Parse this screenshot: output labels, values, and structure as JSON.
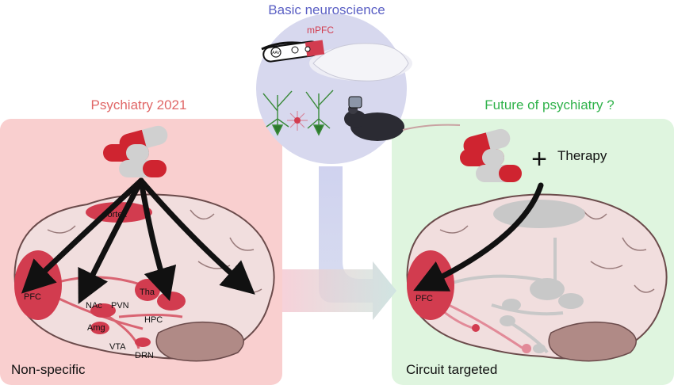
{
  "figure": {
    "center_title": "Basic neuroscience",
    "left_title": "Psychiatry 2021",
    "right_title": "Future of psychiatry ?",
    "left_caption": "Non-specific",
    "right_caption": "Circuit targeted",
    "plus_sign": "+",
    "therapy_label": "Therapy",
    "mpfc_label": "mPFC",
    "aav_label": "AAV"
  },
  "left_brain_regions": {
    "cortex": "cortex",
    "pfc": "PFC",
    "nac": "NAc",
    "pvn": "PVN",
    "amg": "Amg",
    "tha": "Tha",
    "hpc": "HPC",
    "vta": "VTA",
    "drn": "DRN"
  },
  "right_brain_regions": {
    "pfc": "PFC"
  },
  "colors": {
    "left_panel_bg": "#f9cfcf",
    "right_panel_bg": "#dff5df",
    "center_circle_bg": "#d7d8ee",
    "left_title": "#e06666",
    "right_title": "#2fb24a",
    "center_title": "#5a5fc4",
    "brain_fill": "#f1dede",
    "region_red": "#d23c4f",
    "region_gray": "#c8c8c8",
    "arrow": "#111111"
  }
}
